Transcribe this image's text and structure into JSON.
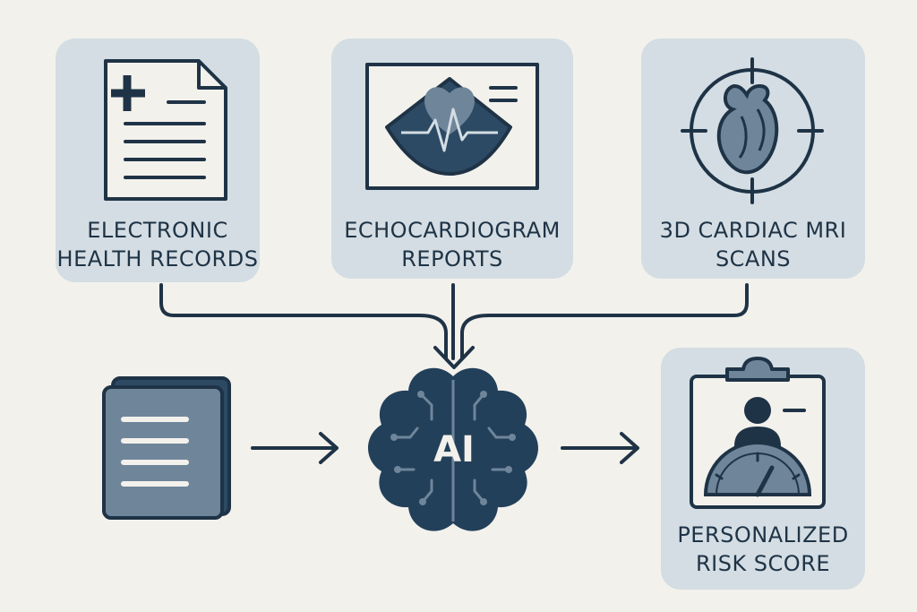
{
  "sources": [
    {
      "line1": "Electronic",
      "line2": "Health Records",
      "icon": "health-record-icon"
    },
    {
      "line1": "Echocardiogram",
      "line2": "Reports",
      "icon": "ultrasound-monitor-icon"
    },
    {
      "line1": "3D Cardiac MRI",
      "line2": "Scans",
      "icon": "heart-target-icon"
    }
  ],
  "processor": {
    "label": "AI",
    "icon": "ai-brain-icon"
  },
  "input": {
    "icon": "document-stack-icon"
  },
  "output": {
    "line1": "Personalized",
    "line2": "Risk Score",
    "icon": "risk-clipboard-icon"
  },
  "colors": {
    "background": "#f3f1ec",
    "card": "#d3dde3",
    "ink": "#1f3346",
    "muted_fill": "#6f859a"
  }
}
